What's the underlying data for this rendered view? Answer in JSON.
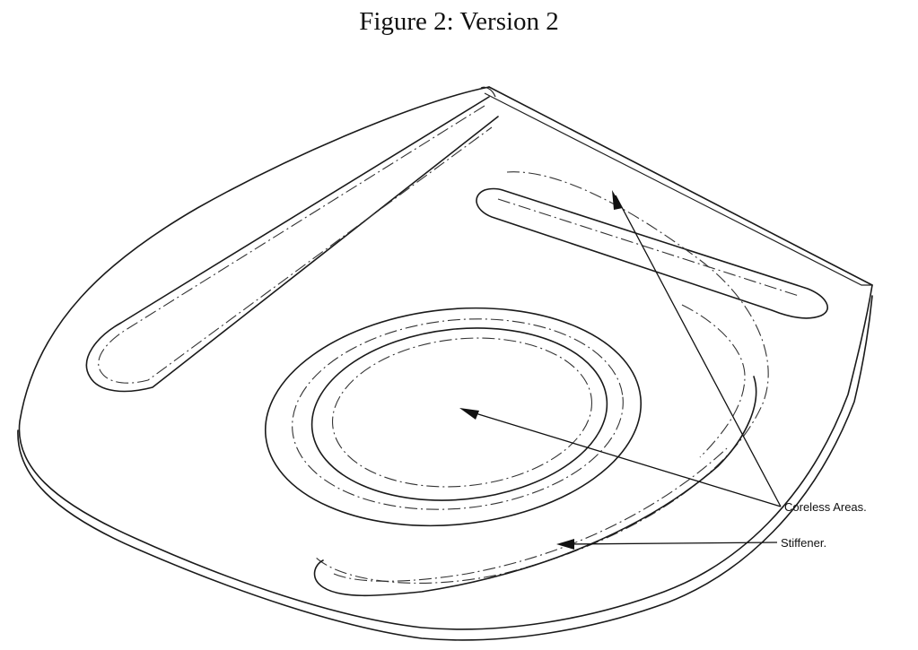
{
  "figure": {
    "caption": "Figure 2:  Version 2",
    "labels": {
      "coreless": "Coreless Areas.",
      "stiffener": "Stiffener."
    }
  }
}
